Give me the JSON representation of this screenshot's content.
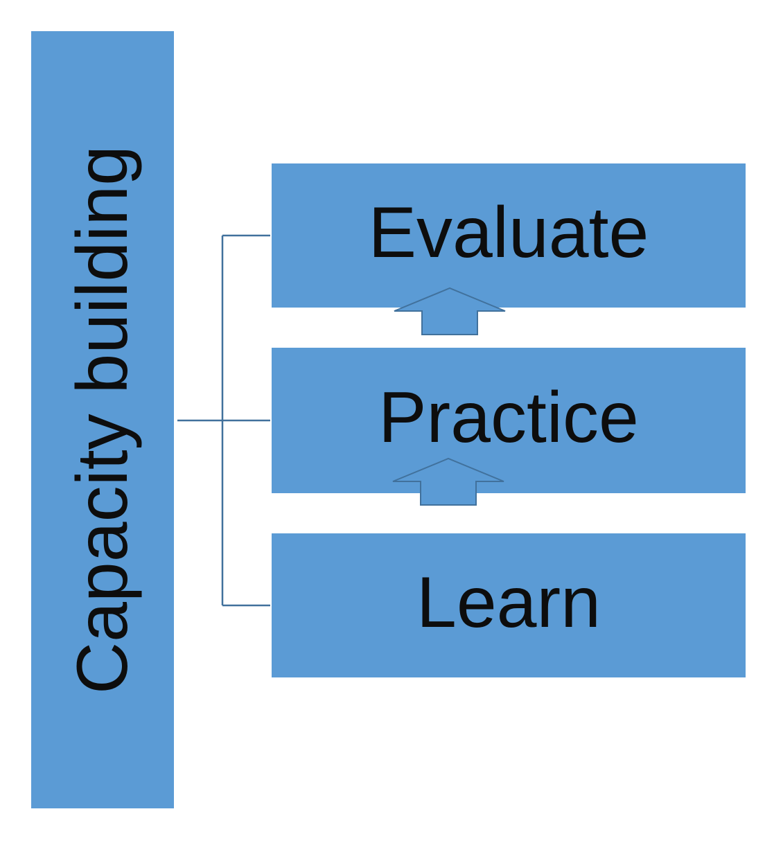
{
  "diagram": {
    "main_label": "Capacity building",
    "steps": [
      {
        "label": "Evaluate"
      },
      {
        "label": "Practice"
      },
      {
        "label": "Learn"
      }
    ],
    "box_color": "#5b9bd5",
    "connector_color": "#41719c",
    "text_color": "#0d0d0d"
  }
}
